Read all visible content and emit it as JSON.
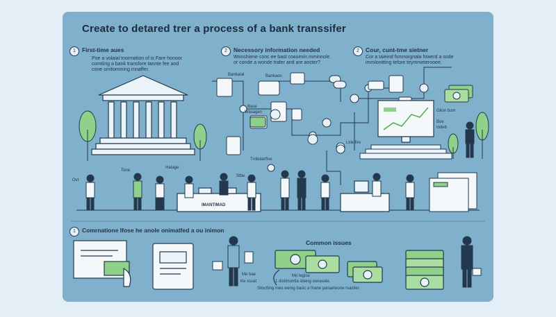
{
  "title": "Create to detared trer a process of a bank transsifer",
  "steps": [
    {
      "num": "1",
      "heading": "First-time aues",
      "line1": "Poe a volaial tnormation of is Fare honoor",
      "line2": "comtiing a bank transfore tannte fee and",
      "line3": "cone smitomming rnnaffer."
    },
    {
      "num": "2",
      "heading": "Necessory information needed",
      "line1": "Wonshiene conc ee bast coasesin mminnole.",
      "line2": "or conde a wonde trafer and are ancter?"
    },
    {
      "num": "2",
      "heading": "Cour, cunt-tme sietner",
      "line1": "Cor a taieind fomnorgnala fowerd a sode",
      "line2": "immlonitting tefore teymmeterooee."
    }
  ],
  "labels": {
    "bankomon": "Bankatal",
    "bankomon2": "Bankaon",
    "base": "Base",
    "base_sub": "Wasagen",
    "tronsferfive": "Trobsterfive",
    "gliom": "Glion bom",
    "boe": "Boe",
    "boe_sub": "todeb",
    "link": "Link fire",
    "ovt": "Ovt",
    "tone": "Tone",
    "hatage": "Hatage",
    "stbe": "Stbe",
    "desk_sign": "IMANTIMAD"
  },
  "bottom": {
    "num": "1",
    "heading": "Comrnatione Ifose he anole onimatfed a ou inimon",
    "common": "Common issues",
    "issue1": "Mo legise",
    "issue2": "1 distimontia sbeng ounasole.",
    "issue3": "Siloctting ineo wenig basic a fnane panaeteone rsastier.",
    "small1": "Me bae",
    "small2": "Ke sssat"
  },
  "colors": {
    "panel": "#7fb0cc",
    "outline": "#23384c",
    "green": "#8fd18a",
    "white": "#f4f8fb"
  }
}
